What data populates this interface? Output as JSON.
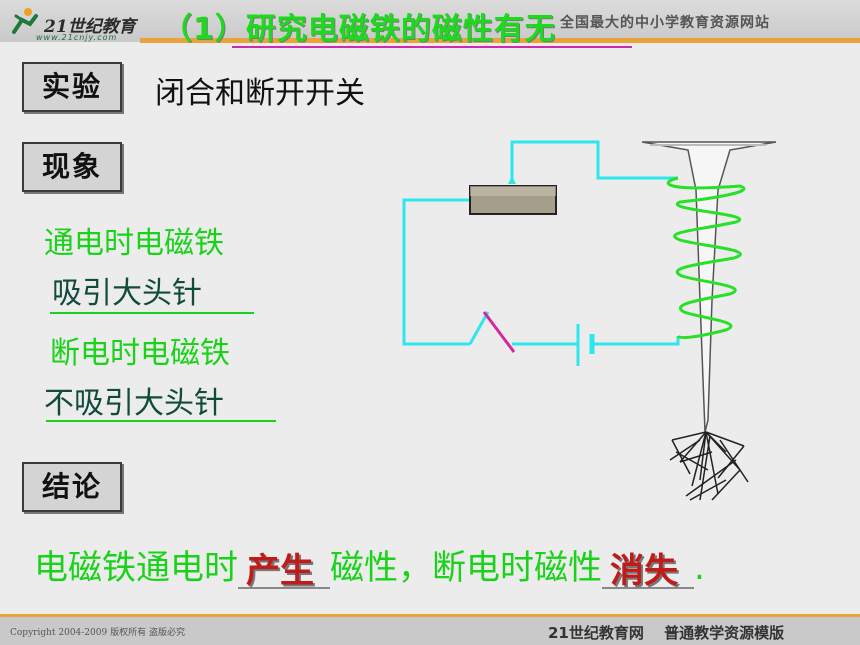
{
  "header": {
    "logo_text": "21世纪教育",
    "logo_url": "www.21cnjy.com",
    "tagline": "全国最大的中小学教育资源网站",
    "title": "（1）研究电磁铁的磁性有无"
  },
  "sections": {
    "experiment_label": "实验",
    "experiment_text": "闭合和断开开关",
    "phenomenon_label": "现象",
    "conclusion_label": "结论"
  },
  "observations": {
    "line1": "通电时电磁铁",
    "line2": "吸引大头针",
    "line3": "断电时电磁铁",
    "line4": "不吸引大头针"
  },
  "conclusion": {
    "part1": "电磁铁通电时",
    "blank1": "产生",
    "part2": "磁性，断电时磁性",
    "blank2": "消失",
    "end": "."
  },
  "footer": {
    "copyright": "Copyright 2004-2009 版权所有 盗版必究",
    "brand": "21世纪教育网　 普通教学资源模版"
  },
  "colors": {
    "accent_green": "#1bd21b",
    "answer_red": "#c11a1a",
    "wire_cyan": "#2ee6ee",
    "header_orange": "#e8a33a"
  }
}
